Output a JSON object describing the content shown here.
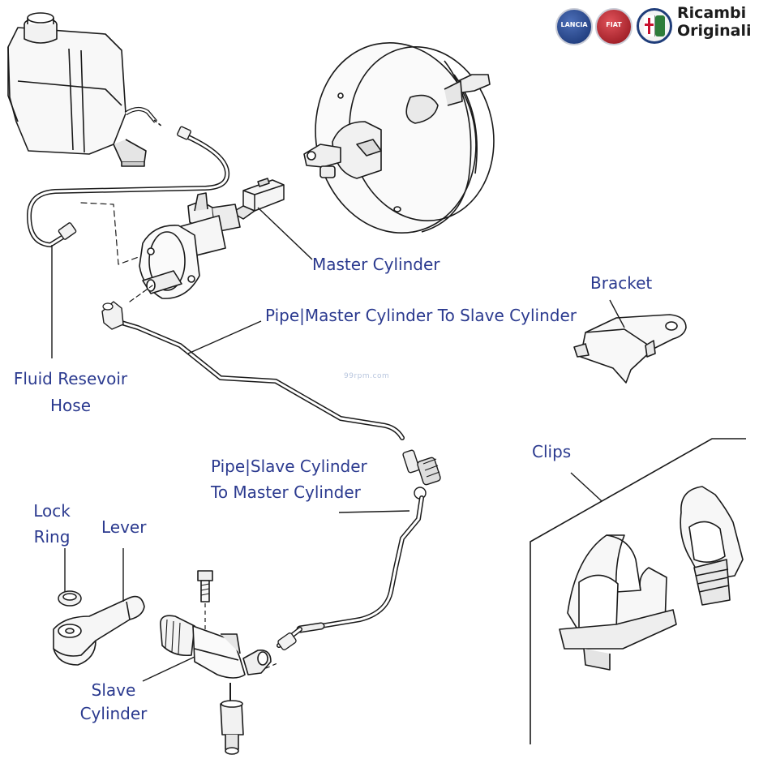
{
  "brand": {
    "logos": [
      {
        "name": "lancia-logo",
        "text": "LANCIA",
        "color": "#1f3d7a"
      },
      {
        "name": "fiat-logo",
        "text": "FIAT",
        "color": "#b3111c"
      },
      {
        "name": "alfa-romeo-logo",
        "text": "",
        "color": "#1f3d7a"
      }
    ],
    "line1": "Ricambi",
    "line2": "Originali"
  },
  "watermark": "99rpm.com",
  "labels": {
    "master_cylinder": "Master Cylinder",
    "bracket": "Bracket",
    "pipe_master": "Pipe|Master Cylinder To Slave Cylinder",
    "fluid_reservoir_line1": "Fluid Resevoir",
    "fluid_reservoir_line2": "Hose",
    "clips": "Clips",
    "pipe_slave_line1": "Pipe|Slave Cylinder",
    "pipe_slave_line2": "To Master Cylinder",
    "lock_ring_line1": "Lock",
    "lock_ring_line2": "Ring",
    "lever": "Lever",
    "slave_line1": "Slave",
    "slave_line2": "Cylinder"
  },
  "colors": {
    "label": "#2b3a8f",
    "line_art": "#1a1a1a",
    "part_fill": "#f7f7f7",
    "shade": "#d9d9d9"
  }
}
